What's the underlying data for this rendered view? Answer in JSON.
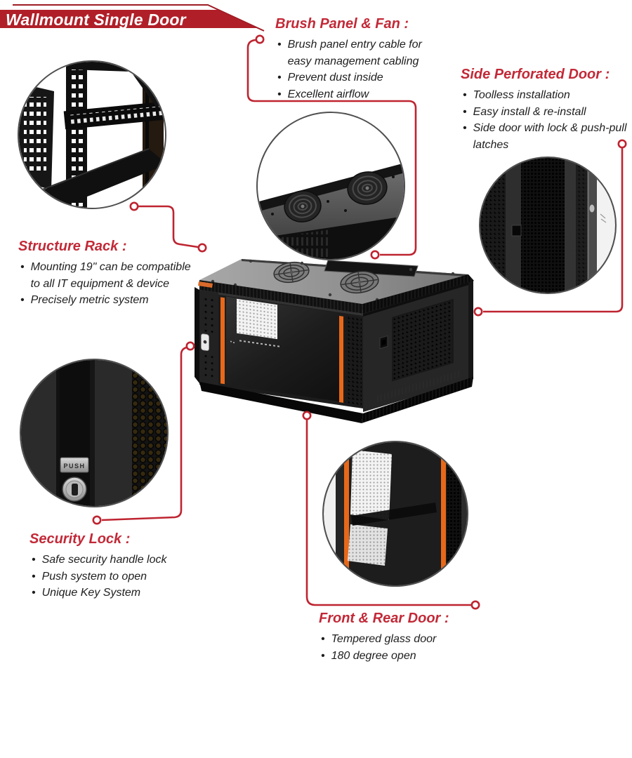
{
  "banner": {
    "title": "Wallmount Single Door"
  },
  "sections": {
    "brush_panel_fan": {
      "heading": "Brush Panel & Fan :",
      "bullets": [
        "Brush panel entry cable for easy management cabling",
        "Prevent dust inside",
        "Excellent airflow"
      ]
    },
    "side_perforated_door": {
      "heading": "Side Perforated Door :",
      "bullets": [
        "Toolless installation",
        "Easy install & re-install",
        "Side door with lock & push-pull latches"
      ]
    },
    "structure_rack": {
      "heading": "Structure Rack :",
      "bullets": [
        "Mounting 19\" can be compatible to all IT equipment & device",
        "Precisely metric system"
      ]
    },
    "security_lock": {
      "heading": "Security Lock :",
      "bullets": [
        "Safe security handle lock",
        "Push system to open",
        "Unique Key System"
      ]
    },
    "front_rear_door": {
      "heading": "Front & Rear Door :",
      "bullets": [
        "Tempered glass door",
        "180 degree open"
      ]
    }
  },
  "photos": {
    "security_lock_plate_label": "PUSH"
  },
  "colors": {
    "callout_red": "#BE2430",
    "banner_red": "#B01F28",
    "banner_outline": "#9E1B24",
    "heading_red": "#C22937",
    "rail_orange": "#E8681A"
  }
}
